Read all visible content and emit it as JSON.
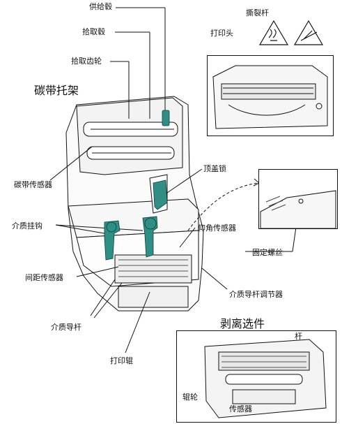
{
  "labels": {
    "supply_spindle": "供给毂",
    "take_up_hub": "拾取毂",
    "take_up_gear": "拾取齿轮",
    "ribbon_carriage": "碳带托架",
    "tear_bar": "撕裂杆",
    "print_head": "打印头",
    "ribbon_sensor": "碳带传感器",
    "top_cover_latch": "顶盖锁",
    "media_hanger": "介质挂钩",
    "head_up_sensor": "仰角传感器",
    "fixing_screw": "固定螺丝",
    "gap_sensor": "间距传感器",
    "media_guide_adjuster": "介质导杆调节器",
    "media_guide": "介质导杆",
    "platen_roller": "打印辊",
    "peel_option": "剥离选件",
    "peel_bar": "杆",
    "peel_roller": "辊轮",
    "peel_sensor": "传感器"
  },
  "colors": {
    "line": "#111111",
    "accent_teal": "#2f8f86",
    "fill_light": "#f3f3f3"
  }
}
